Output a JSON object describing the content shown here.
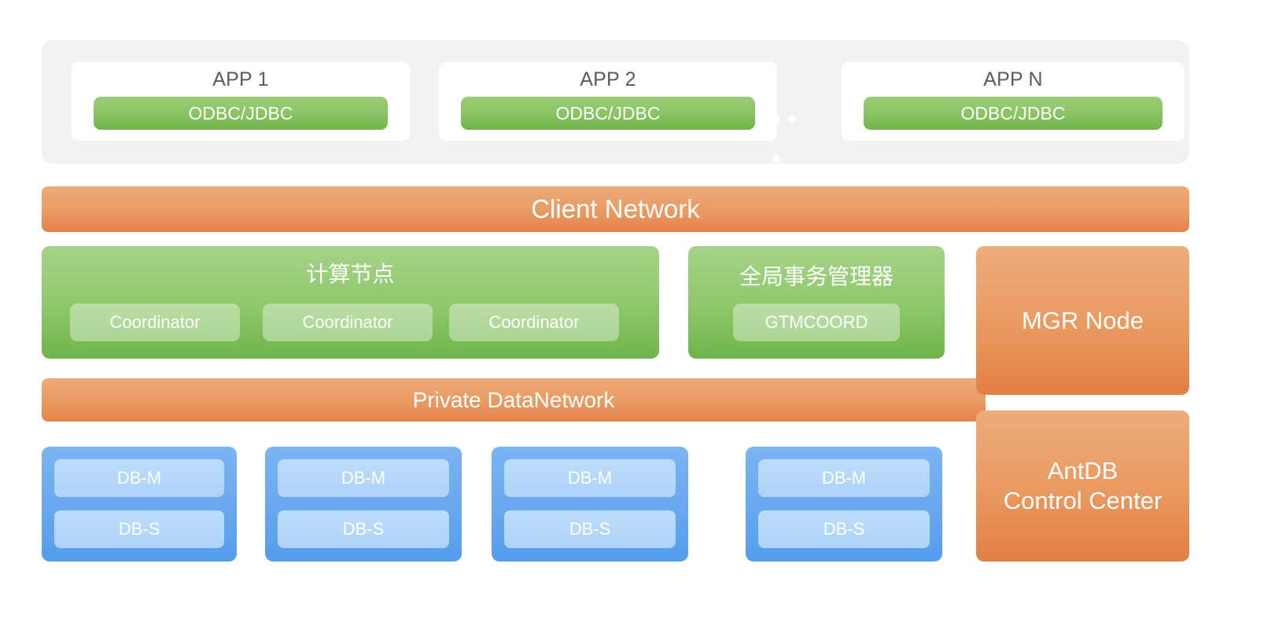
{
  "diagram": {
    "title": "AntDB distributed database architecture",
    "colors": {
      "app_tier_bg": "#f2f2f2",
      "app_card_bg": "#ffffff",
      "driver_green": "#8cc566",
      "network_orange": "#e99a62",
      "compute_green": "#90c96d",
      "side_orange": "#e9995f",
      "db_blue": "#6aa9ef",
      "db_chip_blue": "#aed3fa",
      "app_title_text": "#5b5b5b",
      "on_color_text": "#ffffff"
    }
  },
  "app_tier": {
    "apps": [
      {
        "title": "APP 1",
        "driver": "ODBC/JDBC"
      },
      {
        "title": "APP 2",
        "driver": "ODBC/JDBC"
      },
      {
        "title": "APP N",
        "driver": "ODBC/JDBC"
      }
    ]
  },
  "client_network": {
    "label": "Client Network"
  },
  "compute_tier": {
    "compute_nodes": {
      "title": "计算节点",
      "coordinators": [
        "Coordinator",
        "Coordinator",
        "Coordinator"
      ]
    },
    "gtm": {
      "title": "全局事务管理器",
      "nodes": [
        "GTMCOORD"
      ]
    }
  },
  "data_network": {
    "label": "Private DataNetwork"
  },
  "side_panels": {
    "mgr_node": "MGR Node",
    "control_center_line1": "AntDB",
    "control_center_line2": "Control Center"
  },
  "storage_tier": {
    "groups": [
      {
        "master": "DB-M",
        "slave": "DB-S"
      },
      {
        "master": "DB-M",
        "slave": "DB-S"
      },
      {
        "master": "DB-M",
        "slave": "DB-S"
      },
      {
        "master": "DB-M",
        "slave": "DB-S"
      }
    ]
  }
}
